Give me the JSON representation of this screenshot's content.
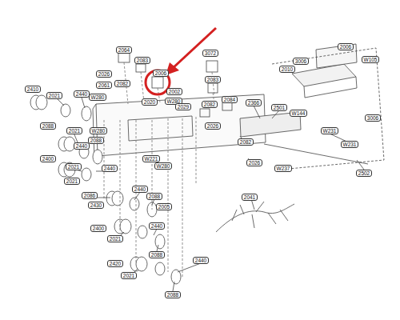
{
  "diagram": {
    "labels": [
      "2064",
      "2083",
      "3072",
      "2006",
      "2026",
      "2061",
      "2082",
      "2002",
      "2083",
      "2410",
      "2021",
      "2440",
      "W280",
      "2020",
      "W280",
      "2029",
      "2082",
      "2084",
      "2366",
      "2501",
      "W144",
      "2088",
      "2021",
      "W280",
      "2088",
      "2026",
      "2440",
      "2400",
      "2021",
      "2440",
      "W221",
      "W280",
      "2082",
      "2026",
      "W237",
      "W231",
      "W231",
      "2502",
      "3006",
      "2006",
      "W105",
      "2010",
      "3006",
      "2041",
      "2086",
      "2430",
      "2440",
      "2088",
      "2005",
      "2400",
      "2021",
      "2440",
      "2088",
      "2420",
      "2021",
      "2440",
      "2088",
      "2021"
    ]
  }
}
